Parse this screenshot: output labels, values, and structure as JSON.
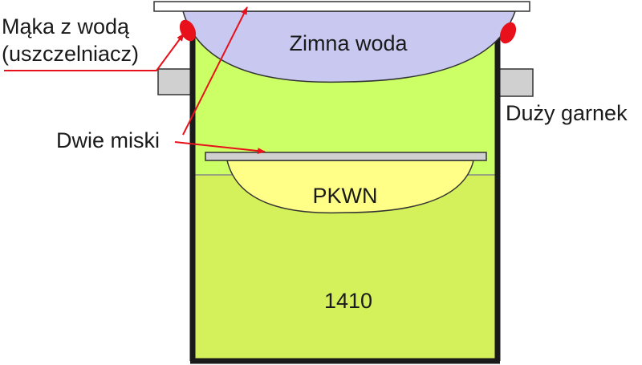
{
  "labels": {
    "seal_line1": "Mąka z wodą",
    "seal_line2": "(uszczelniacz)",
    "cold_water": "Zimna woda",
    "big_pot": "Duży garnek",
    "two_bowls": "Dwie miski",
    "pkwn": "PKWN",
    "liquid": "1410"
  },
  "colors": {
    "pot_outline": "#1a1a1a",
    "liquid_fill": "#d4f05a",
    "upper_fill": "#ccff66",
    "cold_water_fill": "#c8c8f0",
    "bowl_fill": "#ffff88",
    "plate_fill": "#d0d0d0",
    "seal_fill": "#e8111b",
    "arrow": "#e8111b",
    "handle_fill": "#d0d0d0"
  },
  "icons": {
    "arrow": "arrow-icon",
    "seal": "seal-blob-icon"
  }
}
